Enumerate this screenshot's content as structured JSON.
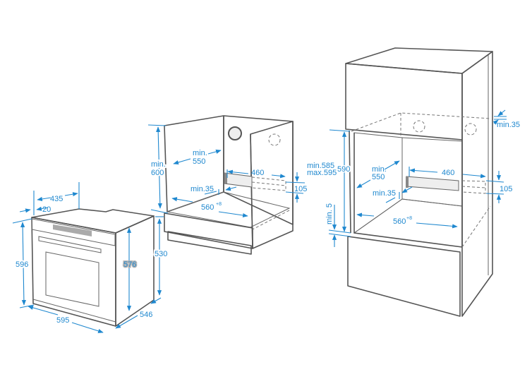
{
  "colors": {
    "dimension": "#1f88cf",
    "panel_dark": "#b5b5b5",
    "panel_light": "#d6d6d6",
    "edge": "#555555"
  },
  "oven": {
    "depth_top": "435",
    "front_offset": "20",
    "height": "596",
    "body_height": "576",
    "side_height": "530",
    "width": "595",
    "depth": "546"
  },
  "under_counter": {
    "height": "min.",
    "height_value": "600",
    "depth_label": "min.",
    "depth_value": "550",
    "vent_width": "460",
    "vent_height": "105",
    "gap": "min.35",
    "width": "560",
    "width_tolerance": "+8"
  },
  "tall_cabinet": {
    "height_min": "min.585",
    "height_max": "max.595",
    "height_nominal": "590",
    "depth_label": "min.",
    "depth_value": "550",
    "vent_width": "460",
    "vent_height": "105",
    "gap": "min.35",
    "top_gap": "min.35",
    "plinth": "min. 5",
    "width": "560",
    "width_tolerance": "+8"
  }
}
